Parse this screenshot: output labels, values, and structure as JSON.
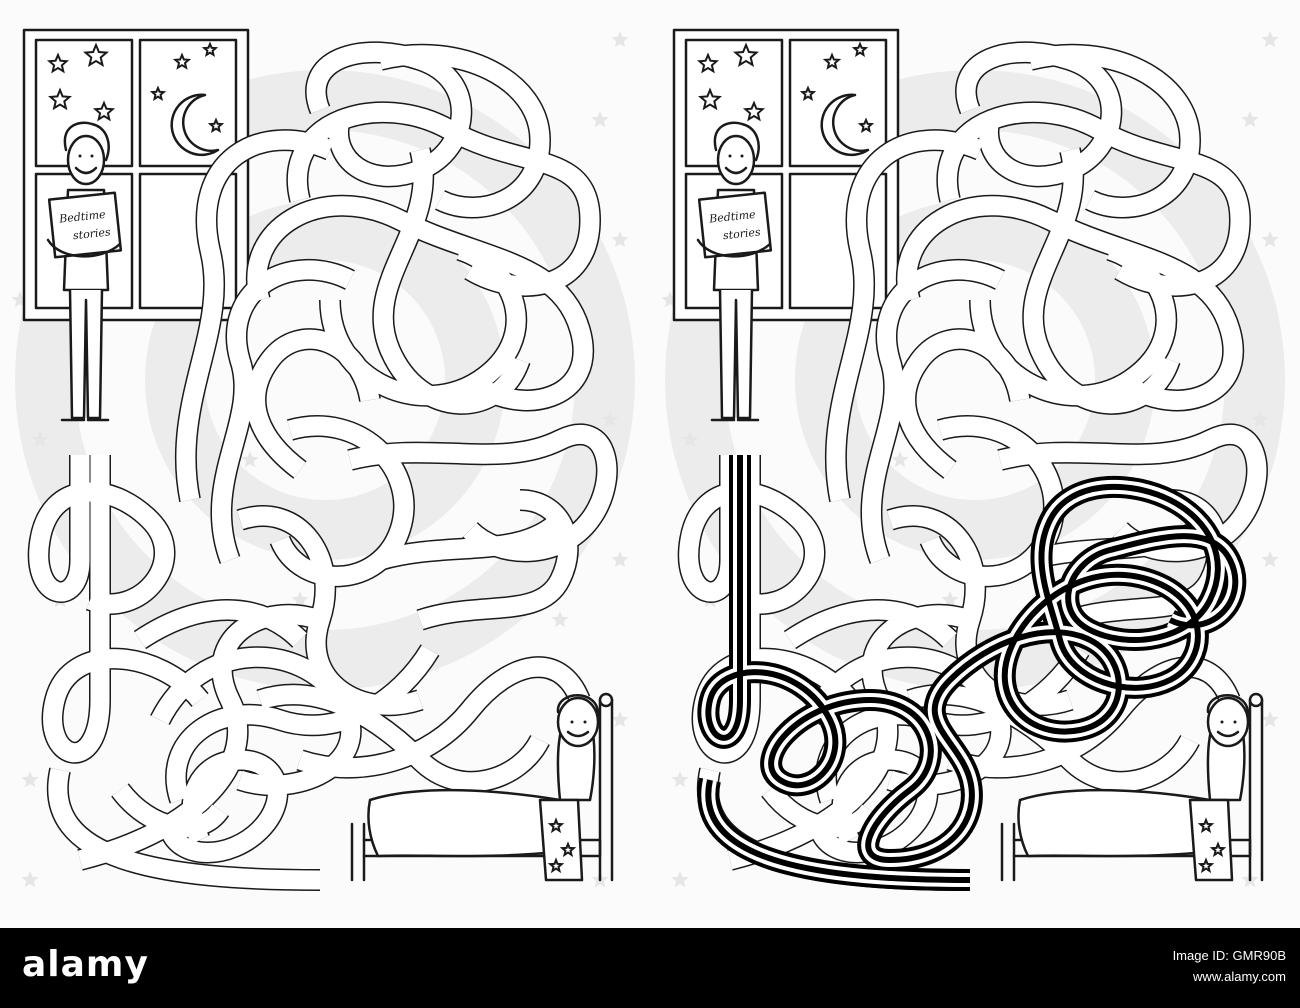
{
  "book_label": [
    "Bedtime",
    "stories"
  ],
  "footer": {
    "logo": "alamy",
    "image_id": "Image ID: GMR90B",
    "url": "www.alamy.com"
  },
  "panels": [
    {
      "name": "maze-puzzle",
      "show_solution": false
    },
    {
      "name": "maze-solution",
      "show_solution": true
    }
  ],
  "colors": {
    "line": "#1a1a1a",
    "background": "#fbfbfb",
    "footer": "#000000"
  }
}
